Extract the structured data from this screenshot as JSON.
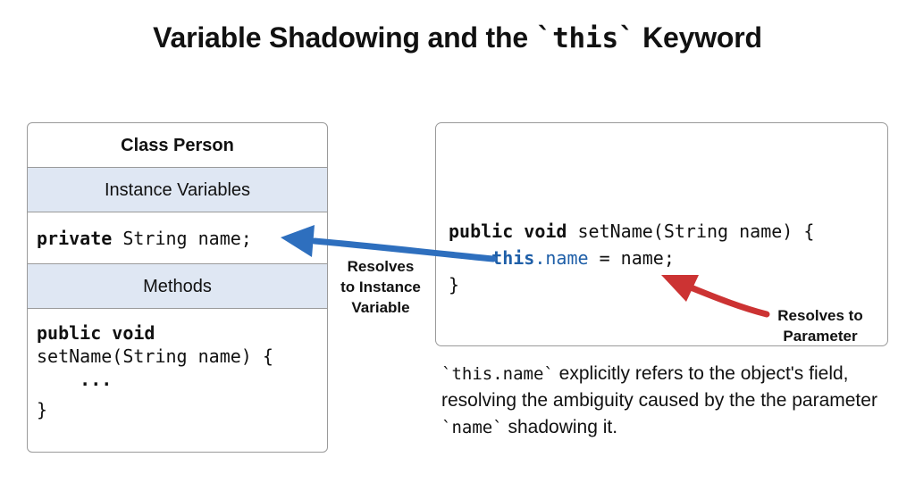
{
  "title": {
    "prefix": "Variable Shadowing and the ",
    "code": "`this`",
    "suffix": " Keyword"
  },
  "class_box": {
    "title": "Class Person",
    "instance_section": "Instance Variables",
    "field_keyword": "private",
    "field_rest": " String name;",
    "methods_section": "Methods",
    "method_keyword": "public void",
    "method_sig": "setName(String name) {",
    "method_body": "    ...",
    "method_close": "}"
  },
  "method_box": {
    "line1_keyword": "public void",
    "line1_rest": " setName(String name) {",
    "line2_indent": "    ",
    "line2_this": "this",
    "line2_dot_name": ".name",
    "line2_rest": " = name;",
    "line3": "}"
  },
  "labels": {
    "instance": [
      "Resolves",
      "to Instance",
      "Variable"
    ],
    "parameter": [
      "Resolves to",
      "Parameter"
    ]
  },
  "explanation": {
    "code1": "`this.name`",
    "text1": " explicitly refers to the object's field, resolving the ambiguity caused by the the parameter ",
    "code2": "`name`",
    "text2": " shadowing it."
  },
  "colors": {
    "blue_arrow": "#2e6fbe",
    "red_arrow": "#cc3333",
    "section_fill": "#dfe7f3"
  }
}
